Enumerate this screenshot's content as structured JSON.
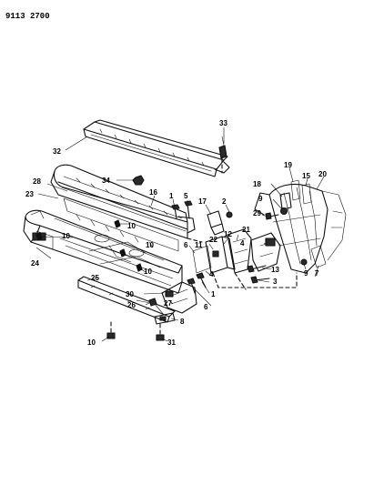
{
  "header": {
    "code": "9113 2700"
  },
  "callouts": [
    {
      "id": "c33",
      "label": "33"
    },
    {
      "id": "c32",
      "label": "32"
    },
    {
      "id": "c34",
      "label": "34"
    },
    {
      "id": "c28",
      "label": "28"
    },
    {
      "id": "c23",
      "label": "23"
    },
    {
      "id": "c16",
      "label": "16"
    },
    {
      "id": "c1a",
      "label": "1"
    },
    {
      "id": "c5",
      "label": "5"
    },
    {
      "id": "c17",
      "label": "17"
    },
    {
      "id": "c2",
      "label": "2"
    },
    {
      "id": "c19",
      "label": "19"
    },
    {
      "id": "c15",
      "label": "15"
    },
    {
      "id": "c20",
      "label": "20"
    },
    {
      "id": "c18",
      "label": "18"
    },
    {
      "id": "c9a",
      "label": "9"
    },
    {
      "id": "c29",
      "label": "29"
    },
    {
      "id": "c10a",
      "label": "10"
    },
    {
      "id": "c10b",
      "label": "10"
    },
    {
      "id": "c10c",
      "label": "10"
    },
    {
      "id": "c22",
      "label": "22"
    },
    {
      "id": "c12",
      "label": "12"
    },
    {
      "id": "c21",
      "label": "21"
    },
    {
      "id": "c4a",
      "label": "4"
    },
    {
      "id": "c6a",
      "label": "6"
    },
    {
      "id": "c11",
      "label": "11"
    },
    {
      "id": "c24",
      "label": "24"
    },
    {
      "id": "c10d",
      "label": "10"
    },
    {
      "id": "c4b",
      "label": "4"
    },
    {
      "id": "c13",
      "label": "13"
    },
    {
      "id": "c9b",
      "label": "9"
    },
    {
      "id": "c7",
      "label": "7"
    },
    {
      "id": "c3",
      "label": "3"
    },
    {
      "id": "c25",
      "label": "25"
    },
    {
      "id": "c1b",
      "label": "1"
    },
    {
      "id": "c30",
      "label": "30"
    },
    {
      "id": "c6b",
      "label": "6"
    },
    {
      "id": "c26",
      "label": "26"
    },
    {
      "id": "c27",
      "label": "27"
    },
    {
      "id": "c8",
      "label": "8"
    },
    {
      "id": "c10e",
      "label": "10"
    },
    {
      "id": "c31",
      "label": "31"
    }
  ]
}
